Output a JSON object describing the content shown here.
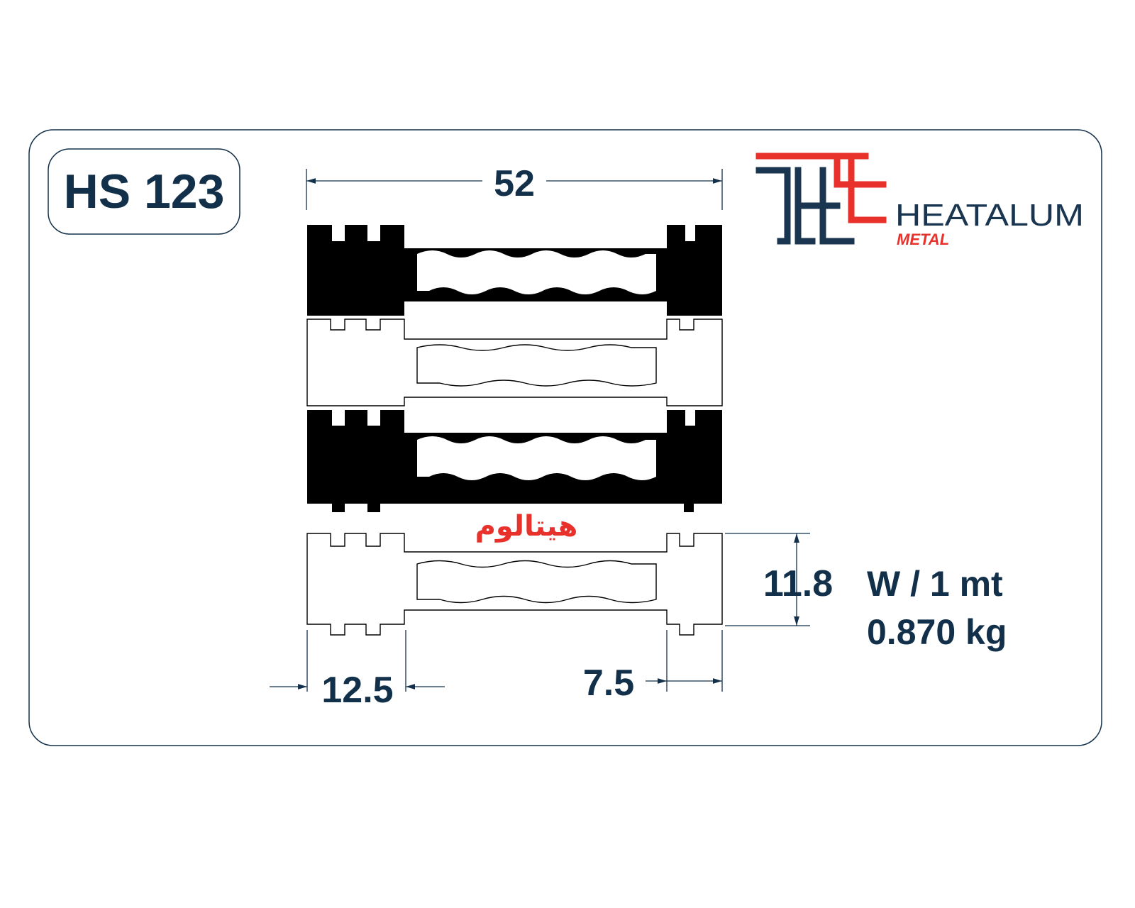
{
  "product": {
    "code": "HS 123",
    "brand_mark": "THE",
    "brand_name": "HEATALUM",
    "brand_sub": "METAL",
    "arabic_brand": "هيتالوم"
  },
  "dimensions": {
    "width": "52",
    "height": "11.8",
    "left_segment": "12.5",
    "right_segment": "7.5"
  },
  "specs": {
    "weight_line1": "W / 1 mt",
    "weight_line2": "0.870 kg"
  },
  "colors": {
    "navy": "#13304a",
    "red": "#e8312b",
    "profile_fill": "#000000",
    "frame_stroke": "#13304a"
  }
}
